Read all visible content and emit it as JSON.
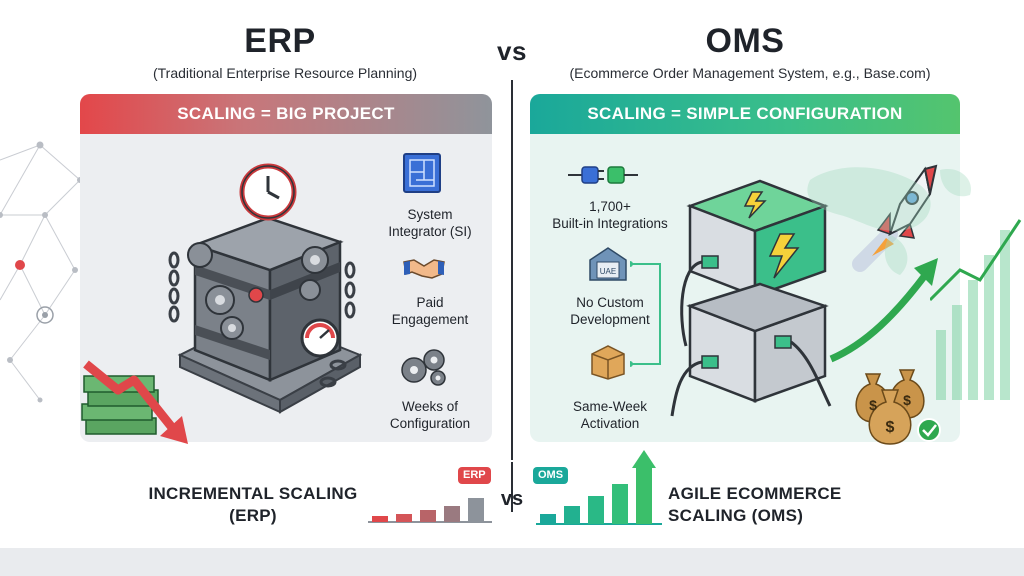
{
  "header": {
    "erp_title": "ERP",
    "vs": "vs",
    "oms_title": "OMS",
    "erp_subtitle": "(Traditional Enterprise Resource Planning)",
    "oms_subtitle": "(Ecommerce Order Management System, e.g., Base.com)"
  },
  "erp_panel": {
    "heading": "SCALING = BIG PROJECT",
    "features": [
      {
        "label_line1": "System",
        "label_line2": "Integrator (SI)",
        "icon": "blueprint-icon"
      },
      {
        "label_line1": "Paid",
        "label_line2": "Engagement",
        "icon": "handshake-icon"
      },
      {
        "label_line1": "Weeks of",
        "label_line2": "Configuration",
        "icon": "gears-icon"
      }
    ]
  },
  "oms_panel": {
    "heading": "SCALING = SIMPLE CONFIGURATION",
    "features": [
      {
        "label_line1": "1,700+",
        "label_line2": "Built-in Integrations",
        "icon": "plug-icon"
      },
      {
        "label_line1": "No Custom",
        "label_line2": "Development",
        "icon": "warehouse-icon",
        "icon_text": "UAE"
      },
      {
        "label_line1": "Same-Week",
        "label_line2": "Activation",
        "icon": "box-icon"
      }
    ]
  },
  "bottom": {
    "erp_label_line1": "INCREMENTAL SCALING",
    "erp_label_line2": "(ERP)",
    "vs": "vs",
    "oms_label_line1": "AGILE ECOMMERCE",
    "oms_label_line2": "SCALING (OMS)",
    "erp_tag": "ERP",
    "oms_tag": "OMS"
  },
  "colors": {
    "erp_accent": "#e0474a",
    "oms_accent": "#1aa89a",
    "oms_green": "#3bbf6a"
  }
}
